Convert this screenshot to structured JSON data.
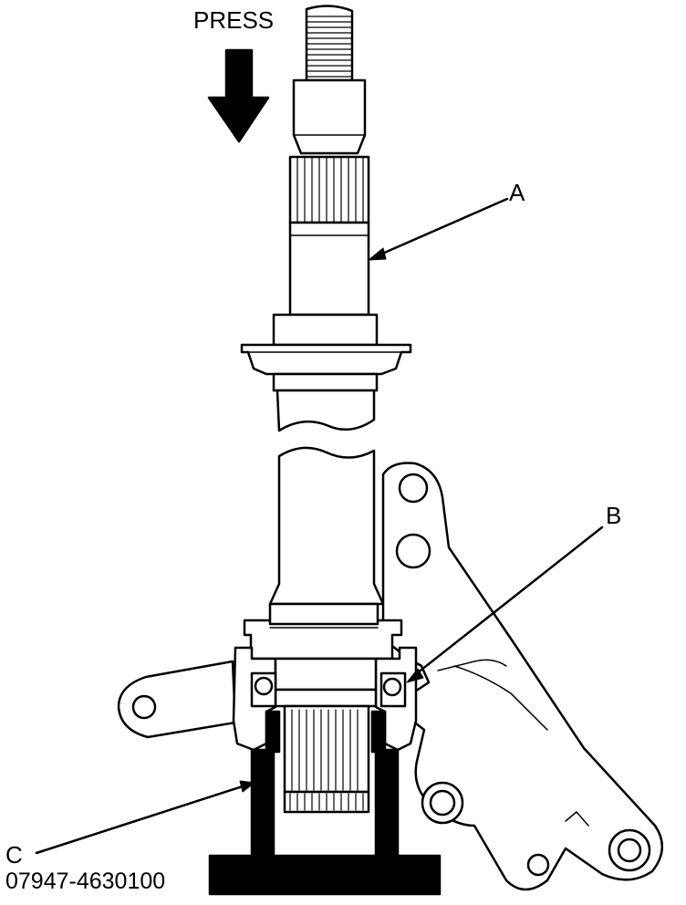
{
  "labels": {
    "press": "PRESS",
    "a": "A",
    "b": "B",
    "c": "C",
    "tool_number": "07947-4630100"
  },
  "colors": {
    "ink": "#000000",
    "paper": "#ffffff"
  }
}
